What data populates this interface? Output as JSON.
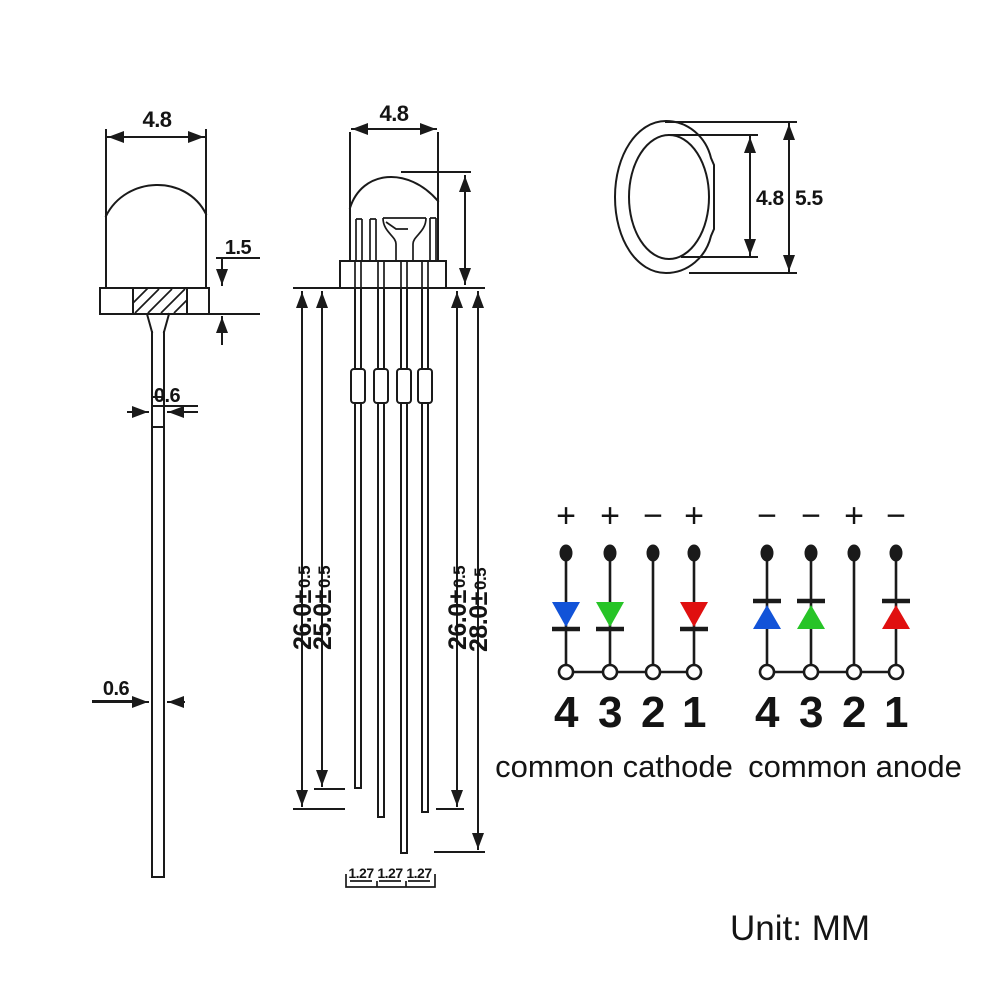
{
  "unit_label": "Unit: MM",
  "colors": {
    "line": "#1a1a1a",
    "blue": "#1253d8",
    "green": "#27c427",
    "red": "#e01010"
  },
  "side_view": {
    "width_dim": "4.8",
    "flange_height_dim": "1.5",
    "lead_width_dim_upper": "0.6",
    "lead_width_dim_lower": "0.6"
  },
  "front_view": {
    "width_dim": "4.8",
    "lead_length_dims": [
      {
        "main": "26.0±",
        "tol": "0.5"
      },
      {
        "main": "25.0±",
        "tol": "0.5"
      },
      {
        "main": "26.0±",
        "tol": "0.5"
      },
      {
        "main": "28.0±",
        "tol": "0.5"
      }
    ],
    "pitch_dims": [
      "1.27",
      "1.27",
      "1.27"
    ]
  },
  "top_view": {
    "inner_dim": "4.8",
    "outer_dim": "5.5"
  },
  "circuits": {
    "cathode": {
      "signs": [
        "+",
        "+",
        "−",
        "+"
      ],
      "pins": [
        "4",
        "3",
        "2",
        "1"
      ],
      "label": "common cathode"
    },
    "anode": {
      "signs": [
        "−",
        "−",
        "+",
        "−"
      ],
      "pins": [
        "4",
        "3",
        "2",
        "1"
      ],
      "label": "common anode"
    }
  }
}
